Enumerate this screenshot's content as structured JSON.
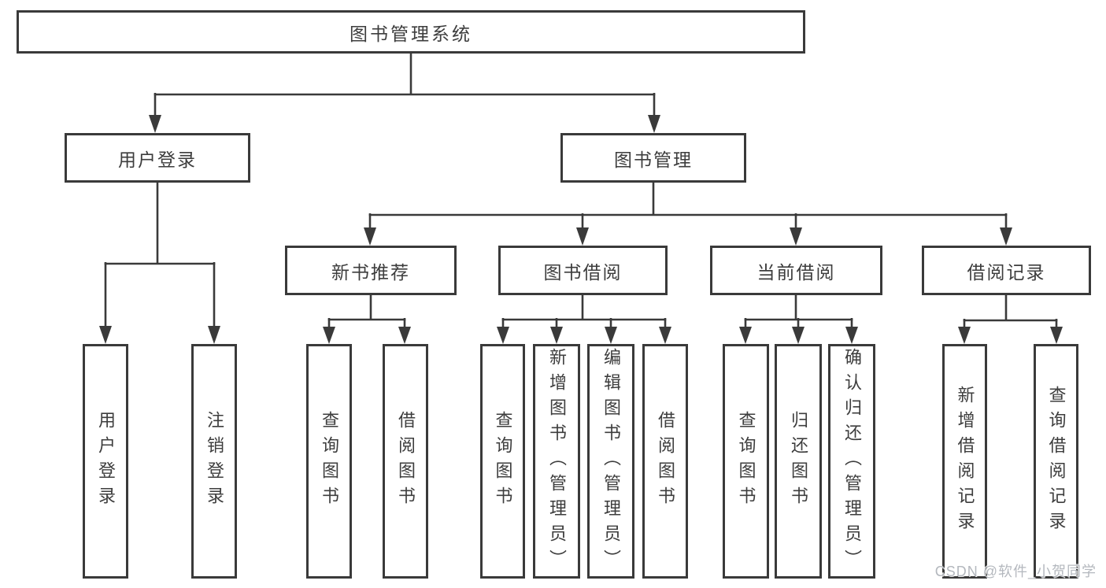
{
  "watermark": "CSDN @软件_小贺同学",
  "colors": {
    "line": "#3a3a3a",
    "text": "#3d3d3d",
    "background": "#ffffff",
    "watermark_text": "#b4b8be"
  },
  "tree": {
    "root": {
      "label": "图书管理系统"
    },
    "branches": [
      {
        "label": "用户登录",
        "children": [
          {
            "label": "用户登录"
          },
          {
            "label": "注销登录"
          }
        ]
      },
      {
        "label": "图书管理",
        "children": [
          {
            "label": "新书推荐",
            "children": [
              {
                "label": "查询图书"
              },
              {
                "label": "借阅图书"
              }
            ]
          },
          {
            "label": "图书借阅",
            "children": [
              {
                "label": "查询图书"
              },
              {
                "label": "新增图书（管理员）"
              },
              {
                "label": "编辑图书（管理员）"
              },
              {
                "label": "借阅图书"
              }
            ]
          },
          {
            "label": "当前借阅",
            "children": [
              {
                "label": "查询图书"
              },
              {
                "label": "归还图书"
              },
              {
                "label": "确认归还（管理员）"
              }
            ]
          },
          {
            "label": "借阅记录",
            "children": [
              {
                "label": "新增借阅记录"
              },
              {
                "label": "查询借阅记录"
              }
            ]
          }
        ]
      }
    ]
  }
}
